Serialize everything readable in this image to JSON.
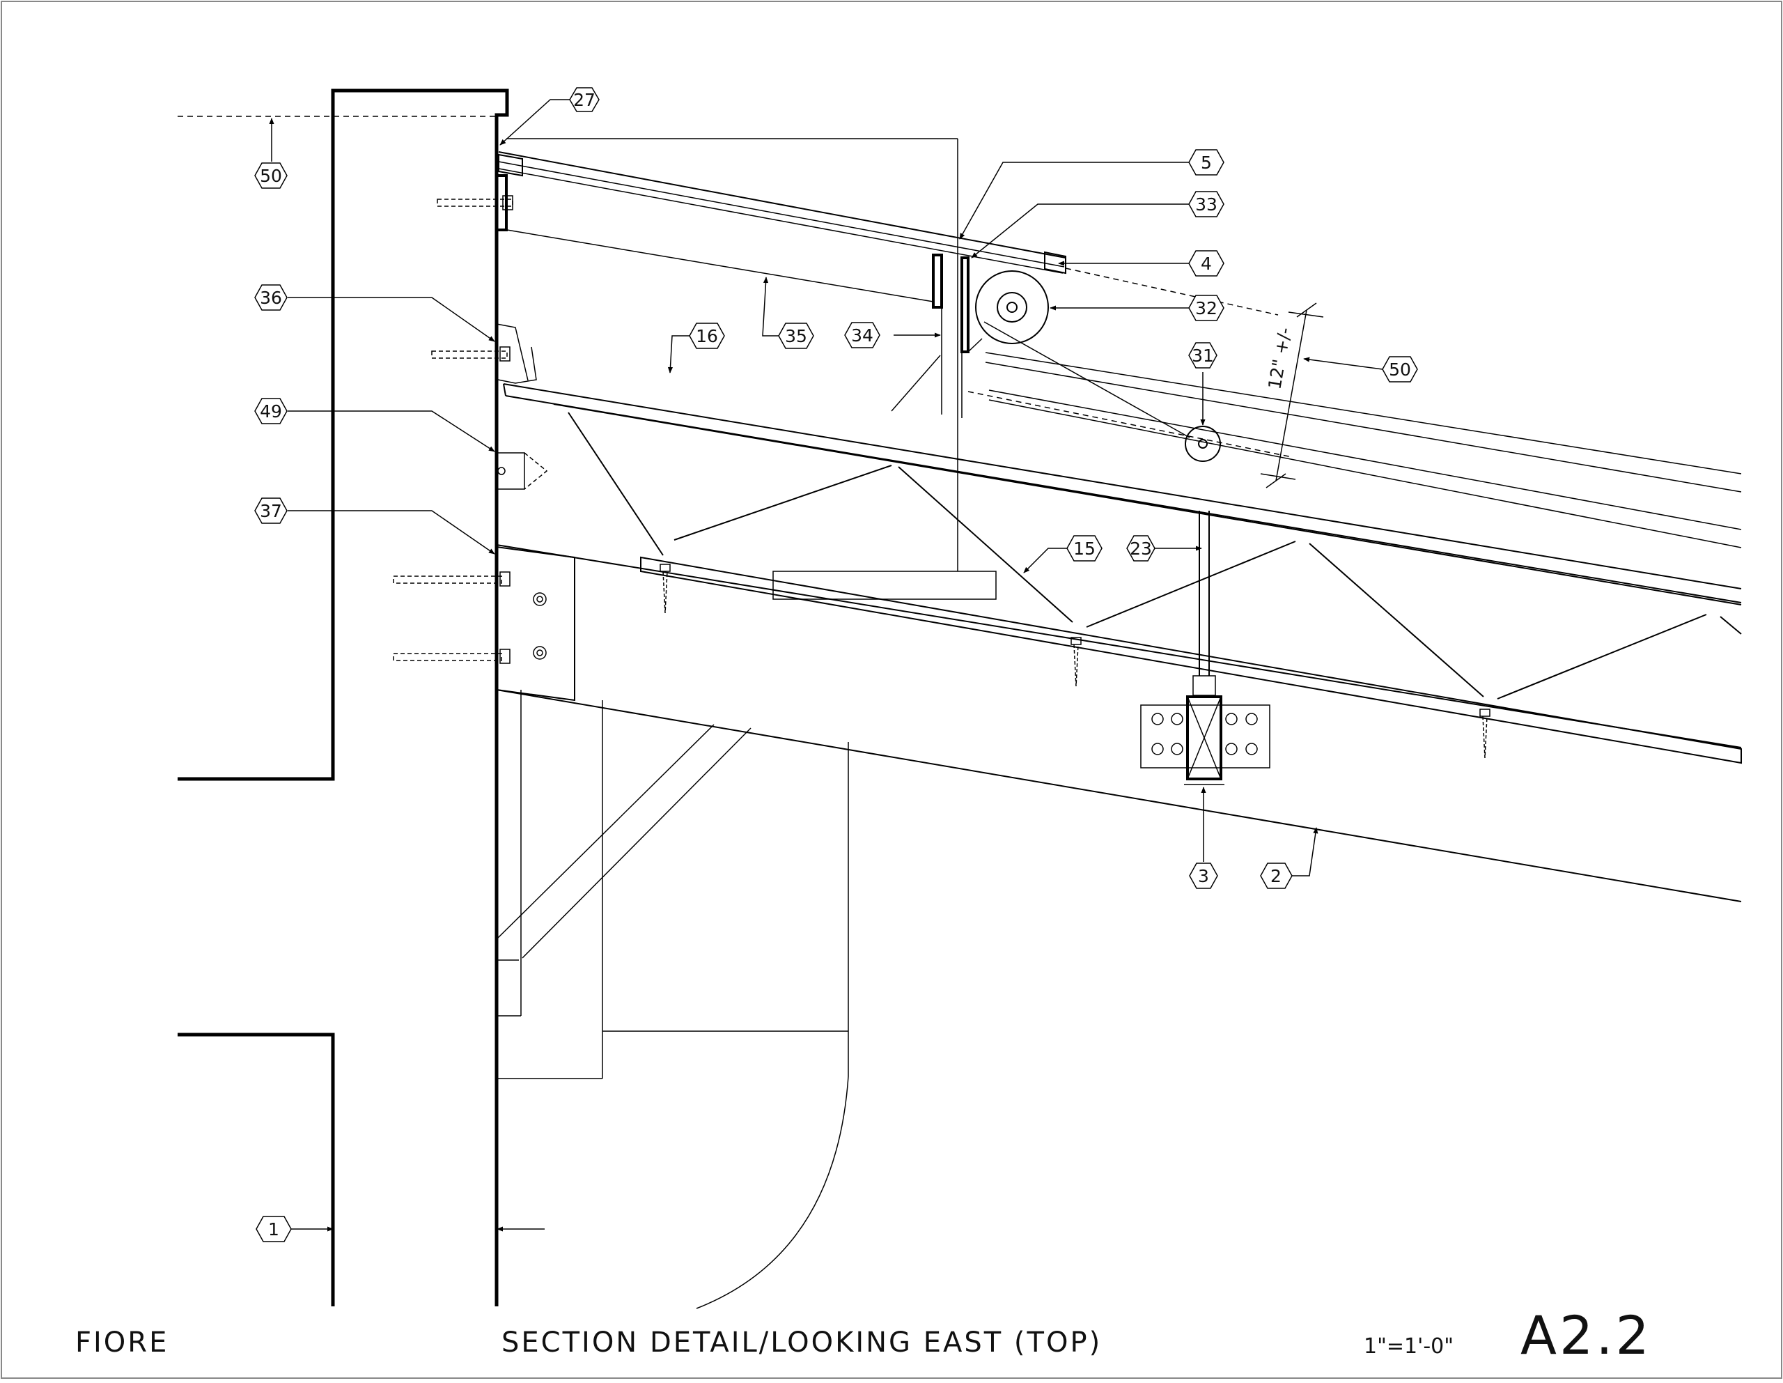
{
  "title_block": {
    "project": "FIORE",
    "title": "SECTION DETAIL/LOOKING EAST (TOP)",
    "scale": "1\"=1'-0\"",
    "sheet": "A2.2"
  },
  "dimension": {
    "text": "12\" +/-"
  },
  "callouts": [
    "27",
    "50",
    "5",
    "33",
    "4",
    "32",
    "50",
    "36",
    "16",
    "35",
    "34",
    "31",
    "49",
    "37",
    "15",
    "23",
    "3",
    "2",
    "1"
  ]
}
